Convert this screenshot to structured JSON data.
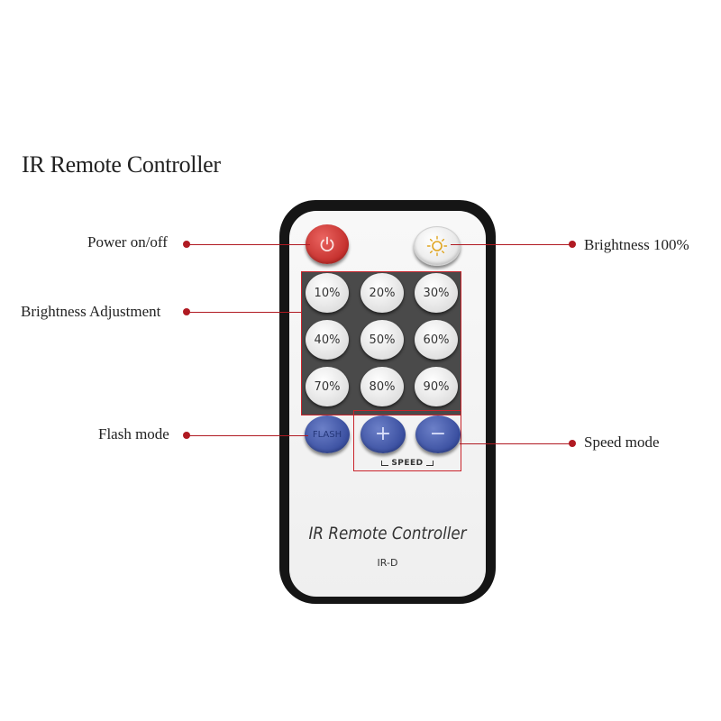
{
  "heading": "IR Remote Controller",
  "callouts": {
    "power": "Power on/off",
    "brightness_max": "Brightness  100%",
    "brightness_adjust": "Brightness Adjustment",
    "flash": "Flash mode",
    "speed": "Speed mode"
  },
  "remote": {
    "power_icon": "power-icon",
    "brightness_icon": "sun-icon",
    "brightness_levels": [
      "10%",
      "20%",
      "30%",
      "40%",
      "50%",
      "60%",
      "70%",
      "80%",
      "90%"
    ],
    "flash_label": "FLASH",
    "speed_plus": "+",
    "speed_minus": "−",
    "speed_label": "SPEED",
    "brand": "IR Remote Controller",
    "model": "IR-D"
  },
  "colors": {
    "accent_red": "#b01a22",
    "power_button": "#d23a36",
    "blue_buttons": "#4a5fb0",
    "panel": "#4a4a4a"
  }
}
